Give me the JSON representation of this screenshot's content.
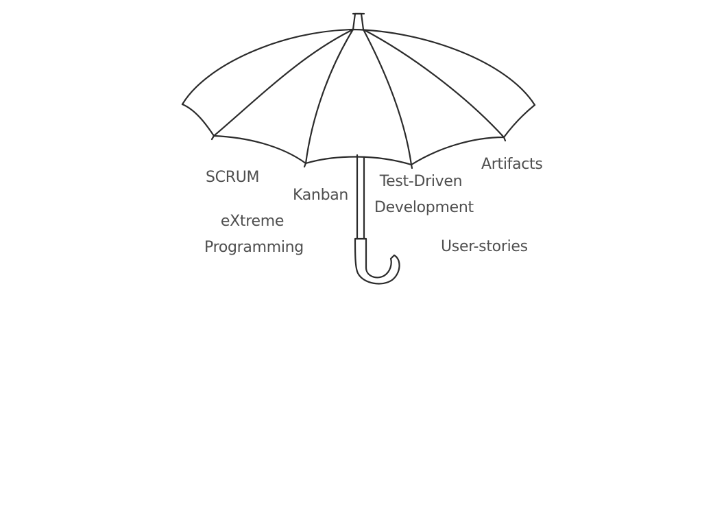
{
  "diagram": {
    "umbrella_stroke_color": "#2b2b2b",
    "text_color": "#4f4f4f",
    "labels": {
      "scrum": "SCRUM",
      "kanban": "Kanban",
      "tdd_line1": "Test-Driven",
      "tdd_line2": "Development",
      "artifacts": "Artifacts",
      "xp_line1": "eXtreme",
      "xp_line2": "Programming",
      "user_stories": "User-stories"
    }
  }
}
